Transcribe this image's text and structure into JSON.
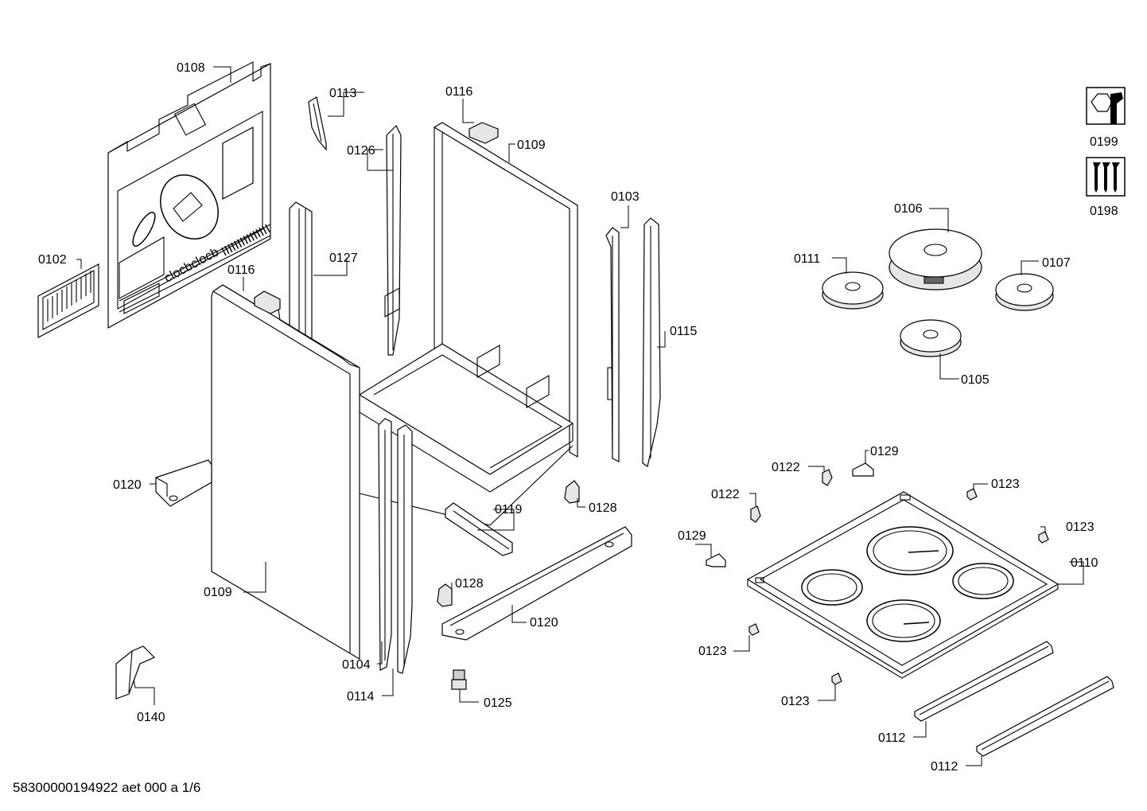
{
  "footer": "58300000194922 aet 000 a 1/6",
  "labels": {
    "p0108": "0108",
    "p0113": "0113",
    "p0116a": "0116",
    "p0109a": "0109",
    "p0126": "0126",
    "p0103": "0103",
    "p0102": "0102",
    "p0127": "0127",
    "p0116b": "0116",
    "p0115": "0115",
    "p0120a": "0120",
    "p0119": "0119",
    "p0128a": "0128",
    "p0109b": "0109",
    "p0128b": "0128",
    "p0120b": "0120",
    "p0104": "0104",
    "p0114": "0114",
    "p0125": "0125",
    "p0140": "0140",
    "p0199": "0199",
    "p0198": "0198",
    "p0106": "0106",
    "p0111": "0111",
    "p0107": "0107",
    "p0105": "0105",
    "p0122a": "0122",
    "p0129a": "0129",
    "p0123a": "0123",
    "p0122b": "0122",
    "p0123b": "0123",
    "p0129b": "0129",
    "p0110": "0110",
    "p0123c": "0123",
    "p0123d": "0123",
    "p0112a": "0112",
    "p0112b": "0112"
  },
  "icons": [
    "wrench-nut-icon",
    "screws-icon"
  ]
}
